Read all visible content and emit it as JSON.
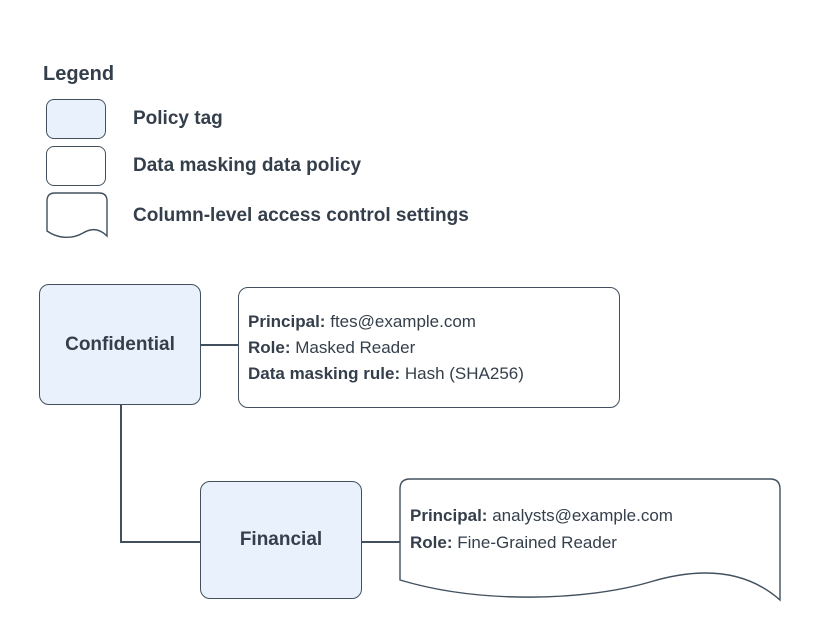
{
  "colors": {
    "background": "#ffffff",
    "policy_tag_fill": "#e9f1fc",
    "shape_border": "#42505e",
    "text": "#343f4b",
    "connector": "#42505e"
  },
  "legend": {
    "title": "Legend",
    "items": [
      {
        "shape": "policy-tag",
        "label": "Policy tag"
      },
      {
        "shape": "data-masking-data-policy",
        "label": "Data masking data policy"
      },
      {
        "shape": "column-access-document",
        "label": "Column-level access control settings"
      }
    ]
  },
  "diagram": {
    "confidential_tag": {
      "label": "Confidential"
    },
    "financial_tag": {
      "label": "Financial"
    },
    "masking_policy": {
      "lines": [
        {
          "label": "Principal:",
          "value": "ftes@example.com"
        },
        {
          "label": "Role:",
          "value": "Masked Reader"
        },
        {
          "label": "Data masking rule:",
          "value": "Hash (SHA256)"
        }
      ]
    },
    "access_settings": {
      "lines": [
        {
          "label": "Principal:",
          "value": "analysts@example.com"
        },
        {
          "label": "Role:",
          "value": "Fine-Grained Reader"
        }
      ]
    }
  }
}
